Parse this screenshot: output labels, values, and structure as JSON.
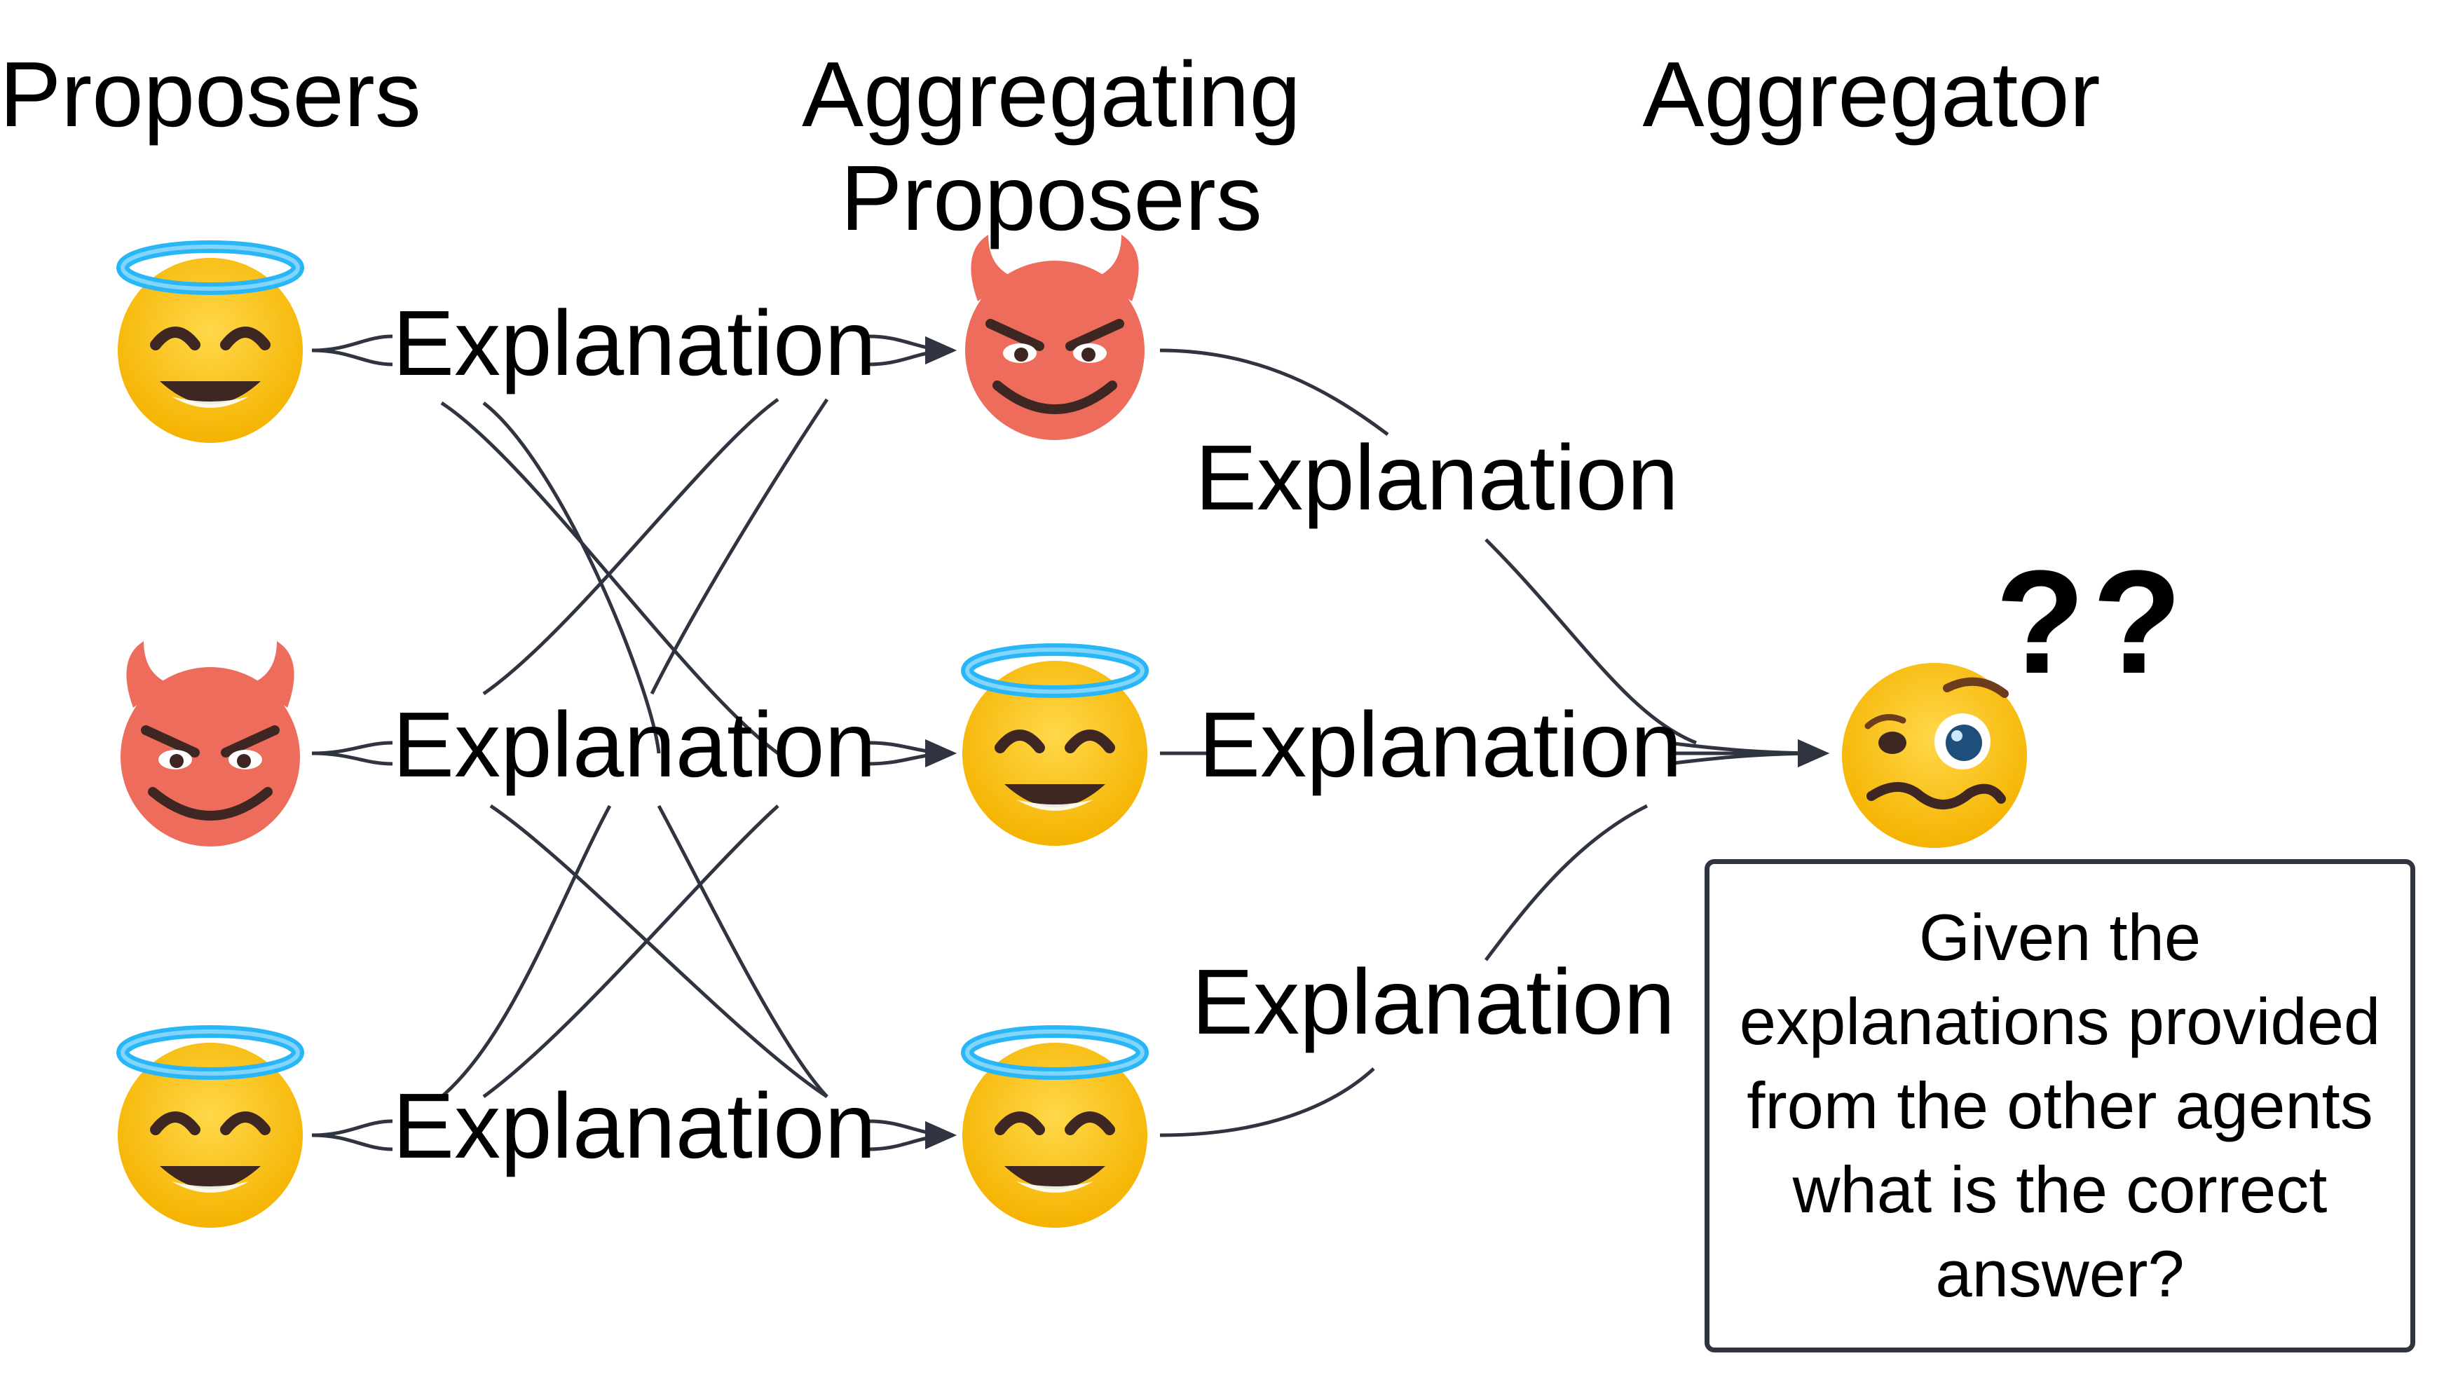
{
  "columns": {
    "proposers": "Proposers",
    "aggregating_line1": "Aggregating",
    "aggregating_line2": "Proposers",
    "aggregator": "Aggregator"
  },
  "edge_label": "Explanation",
  "question_marks": "??",
  "prompt_text": "Given the explanations provided from the other agents what is the correct answer?",
  "agents": {
    "proposers": [
      "angel",
      "devil",
      "angel"
    ],
    "aggregating_proposers": [
      "devil",
      "angel",
      "angel"
    ],
    "aggregator": "confused"
  },
  "colors": {
    "angel_face": "#fcc21b",
    "devil_face": "#ed6c5b",
    "halo": "#29b6f6",
    "edge": "#2f3440"
  }
}
